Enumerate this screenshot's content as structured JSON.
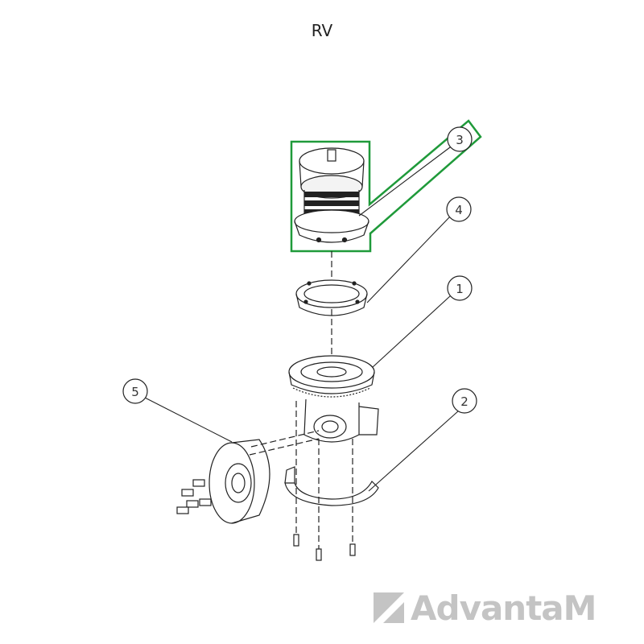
{
  "title": "RV",
  "callouts": [
    {
      "id": "1",
      "label": "1"
    },
    {
      "id": "2",
      "label": "2"
    },
    {
      "id": "3",
      "label": "3"
    },
    {
      "id": "4",
      "label": "4"
    },
    {
      "id": "5",
      "label": "5"
    }
  ],
  "highlight_color": "#1f9a3a",
  "logo": {
    "text": "AdvantaM"
  }
}
